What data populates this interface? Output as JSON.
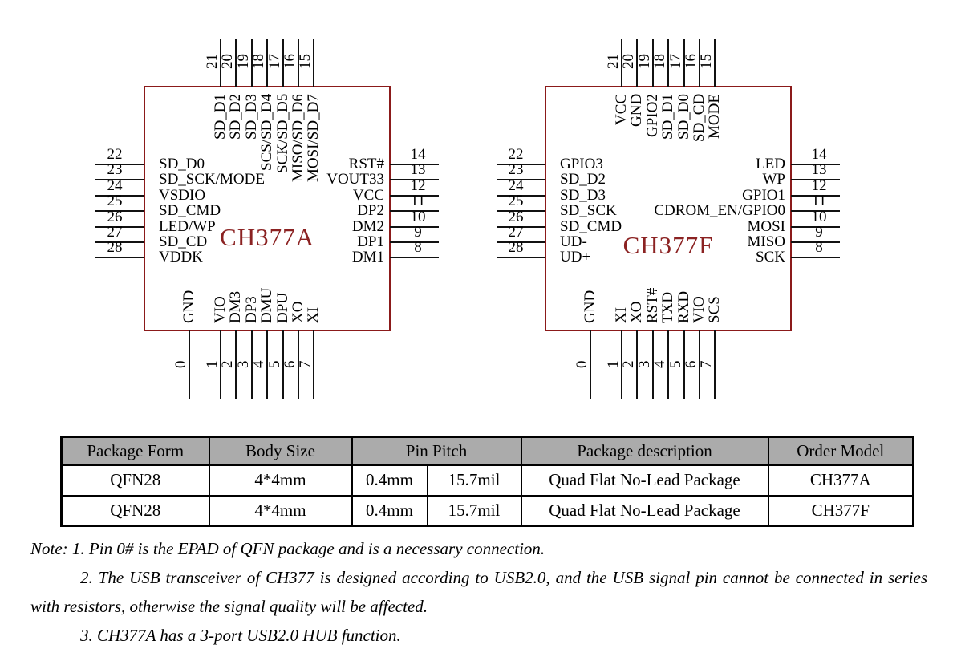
{
  "diagram": {
    "accent_color": "#8b1a1a",
    "title_color": "#8b2222",
    "chips": [
      {
        "name": "CH377A",
        "top_pins": [
          {
            "num": "21",
            "label": "SD_D1"
          },
          {
            "num": "20",
            "label": "SD_D2"
          },
          {
            "num": "19",
            "label": "SD_D3"
          },
          {
            "num": "18",
            "label": "SCS/SD_D4"
          },
          {
            "num": "17",
            "label": "SCK/SD_D5"
          },
          {
            "num": "16",
            "label": "MISO/SD_D6"
          },
          {
            "num": "15",
            "label": "MOSI/SD_D7"
          }
        ],
        "left_pins": [
          {
            "num": "22",
            "label": "SD_D0"
          },
          {
            "num": "23",
            "label": "SD_SCK/MODE"
          },
          {
            "num": "24",
            "label": "VSDIO"
          },
          {
            "num": "25",
            "label": "SD_CMD"
          },
          {
            "num": "26",
            "label": "LED/WP"
          },
          {
            "num": "27",
            "label": "SD_CD"
          },
          {
            "num": "28",
            "label": "VDDK"
          }
        ],
        "right_pins": [
          {
            "num": "14",
            "label": "RST#"
          },
          {
            "num": "13",
            "label": "VOUT33"
          },
          {
            "num": "12",
            "label": "VCC"
          },
          {
            "num": "11",
            "label": "DP2"
          },
          {
            "num": "10",
            "label": "DM2"
          },
          {
            "num": "9",
            "label": "DP1"
          },
          {
            "num": "8",
            "label": "DM1"
          }
        ],
        "bottom_pins": [
          {
            "num": "0",
            "label": "GND"
          },
          {
            "num": "1",
            "label": "VIO"
          },
          {
            "num": "2",
            "label": "DM3"
          },
          {
            "num": "3",
            "label": "DP3"
          },
          {
            "num": "4",
            "label": "DMU"
          },
          {
            "num": "5",
            "label": "DPU"
          },
          {
            "num": "6",
            "label": "XO"
          },
          {
            "num": "7",
            "label": "XI"
          }
        ]
      },
      {
        "name": "CH377F",
        "top_pins": [
          {
            "num": "21",
            "label": "VCC"
          },
          {
            "num": "20",
            "label": "GND"
          },
          {
            "num": "19",
            "label": "GPIO2"
          },
          {
            "num": "18",
            "label": "SD_D1"
          },
          {
            "num": "17",
            "label": "SD_D0"
          },
          {
            "num": "16",
            "label": "SD_CD"
          },
          {
            "num": "15",
            "label": "MODE"
          }
        ],
        "left_pins": [
          {
            "num": "22",
            "label": "GPIO3"
          },
          {
            "num": "23",
            "label": "SD_D2"
          },
          {
            "num": "24",
            "label": "SD_D3"
          },
          {
            "num": "25",
            "label": "SD_SCK"
          },
          {
            "num": "26",
            "label": "SD_CMD"
          },
          {
            "num": "27",
            "label": "UD-"
          },
          {
            "num": "28",
            "label": "UD+"
          }
        ],
        "right_pins": [
          {
            "num": "14",
            "label": "LED"
          },
          {
            "num": "13",
            "label": "WP"
          },
          {
            "num": "12",
            "label": "GPIO1"
          },
          {
            "num": "11",
            "label": "CDROM_EN/GPIO0"
          },
          {
            "num": "10",
            "label": "MOSI"
          },
          {
            "num": "9",
            "label": "MISO"
          },
          {
            "num": "8",
            "label": "SCK"
          }
        ],
        "bottom_pins": [
          {
            "num": "0",
            "label": "GND"
          },
          {
            "num": "1",
            "label": "XI"
          },
          {
            "num": "2",
            "label": "XO"
          },
          {
            "num": "3",
            "label": "RST#"
          },
          {
            "num": "4",
            "label": "TXD"
          },
          {
            "num": "5",
            "label": "RXD"
          },
          {
            "num": "6",
            "label": "VIO"
          },
          {
            "num": "7",
            "label": "SCS"
          }
        ]
      }
    ]
  },
  "table": {
    "headers": [
      "Package Form",
      "Body Size",
      "Pin Pitch",
      "Package description",
      "Order Model"
    ],
    "rows": [
      [
        "QFN28",
        "4*4mm",
        "0.4mm",
        "15.7mil",
        "Quad Flat No-Lead Package",
        "CH377A"
      ],
      [
        "QFN28",
        "4*4mm",
        "0.4mm",
        "15.7mil",
        "Quad Flat No-Lead Package",
        "CH377F"
      ]
    ]
  },
  "notes": [
    "Note: 1. Pin 0# is the EPAD of QFN package and is a necessary connection.",
    "2. The USB transceiver of CH377 is designed according to USB2.0, and the USB signal pin cannot be connected in series with resistors, otherwise the signal quality will be affected.",
    "3. CH377A has a 3-port USB2.0 HUB function."
  ]
}
